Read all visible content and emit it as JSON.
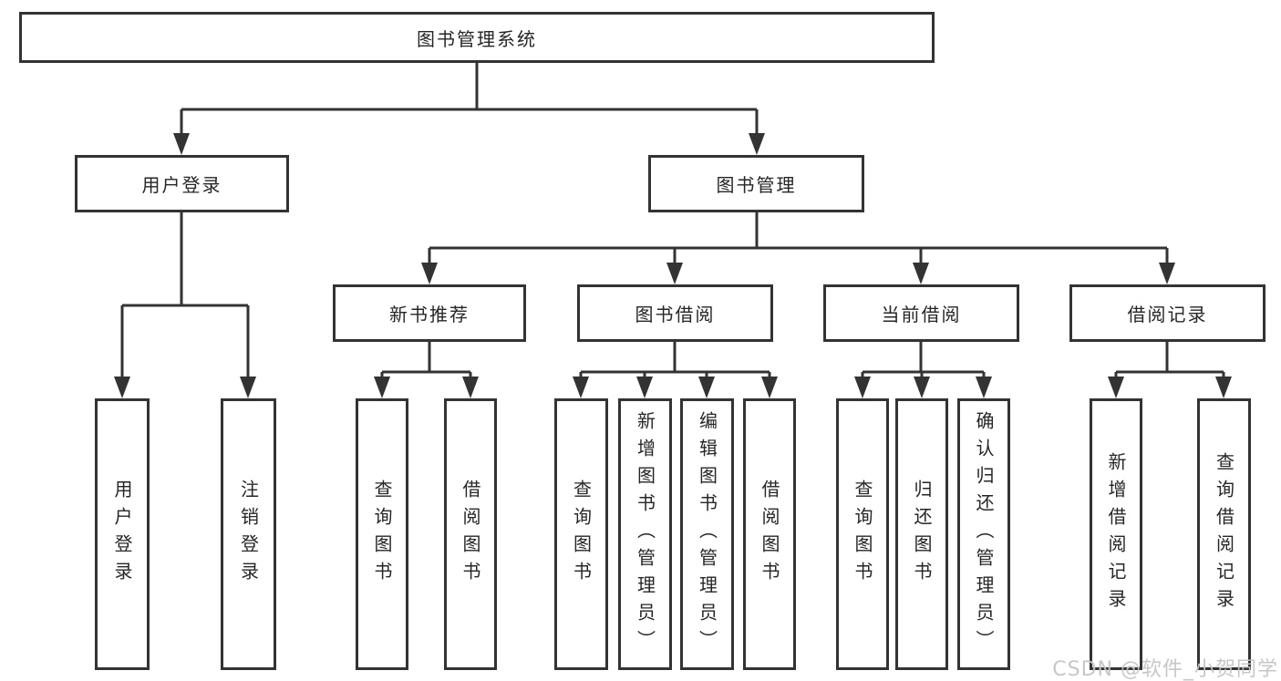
{
  "tree": {
    "root": "图书管理系统",
    "branches": [
      {
        "label": "用户登录",
        "leaves": [
          "用户登录",
          "注销登录"
        ]
      },
      {
        "label": "图书管理",
        "groups": [
          {
            "label": "新书推荐",
            "leaves": [
              "查询图书",
              "借阅图书"
            ]
          },
          {
            "label": "图书借阅",
            "leaves": [
              "查询图书",
              "新增图书（管理员）",
              "编辑图书（管理员）",
              "借阅图书"
            ]
          },
          {
            "label": "当前借阅",
            "leaves": [
              "查询图书",
              "归还图书",
              "确认归还（管理员）"
            ]
          },
          {
            "label": "借阅记录",
            "leaves": [
              "新增借阅记录",
              "查询借阅记录"
            ]
          }
        ]
      }
    ]
  },
  "watermark": "CSDN @软件_小贺同学",
  "colors": {
    "line": "#333333",
    "text": "#262626",
    "watermark": "#c4c4c4",
    "background": "#ffffff"
  }
}
